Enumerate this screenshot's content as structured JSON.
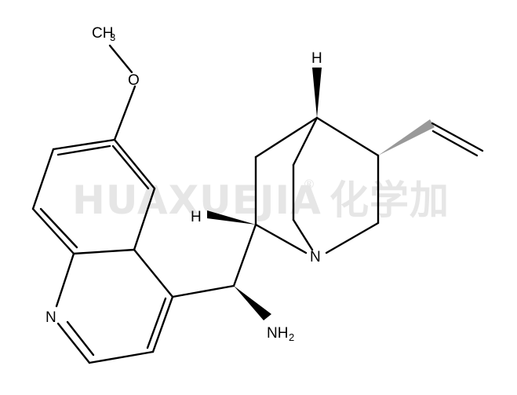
{
  "watermark": {
    "text": "HUAXUEJIA",
    "registered": "®",
    "chinese": "化学加"
  },
  "atoms": {
    "methyl": "CH",
    "methyl_sub": "3",
    "oxygen": "O",
    "quinoline_n": "N",
    "quinuclidine_n": "N",
    "amine": "NH",
    "amine_sub": "2",
    "h_top": "H",
    "h_left": "H"
  },
  "colors": {
    "bond": "#000000",
    "watermark": "#e6e6e6",
    "background": "#ffffff"
  }
}
